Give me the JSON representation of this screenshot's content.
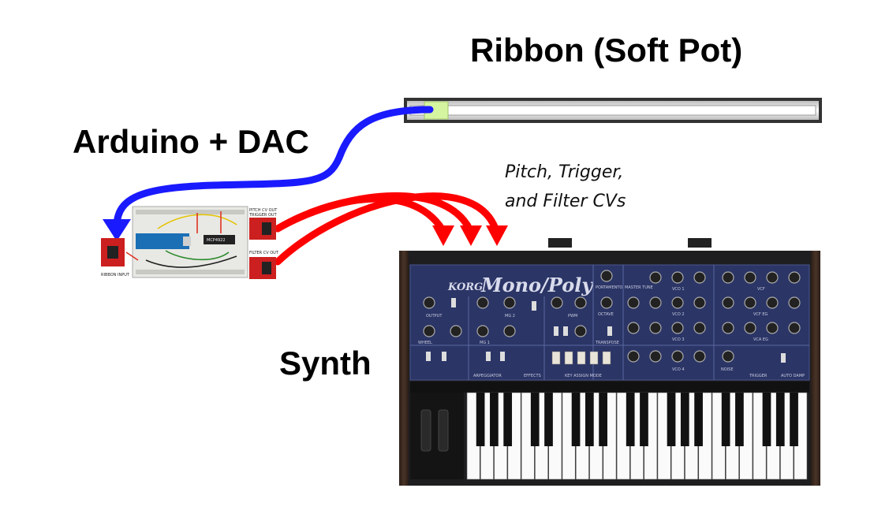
{
  "labels": {
    "ribbon": "Ribbon (Soft Pot)",
    "arduino": "Arduino + DAC",
    "synth": "Synth",
    "cv_line1": "Pitch, Trigger,",
    "cv_line2": "and Filter CVs"
  },
  "breadboard": {
    "pitch_out": "PITCH CV OUT",
    "trigger_out": "TRIGGER OUT",
    "filter_out": "FILTER CV OUT",
    "ribbon_in": "RIBBON INPUT",
    "chip": "MCP4922"
  },
  "synth": {
    "brand": "KORG",
    "model": "Mono/Poly",
    "sections": [
      "OUTPUT",
      "MG 1",
      "MG 2",
      "PWM",
      "VCO 1",
      "VCO 2",
      "VCO 3",
      "VCO 4",
      "VCF",
      "VCF EG",
      "VCA EG",
      "NOISE",
      "TRIGGER",
      "AUTO DAMP",
      "ARPEGGIATOR",
      "EFFECTS",
      "KEY ASSIGN MODE",
      "PORTAMENTO",
      "MASTER TUNE",
      "OCTAVE",
      "TRANSPOSE",
      "WHEEL"
    ]
  },
  "colors": {
    "ribbon_wire": "#1a1aff",
    "cv_wire": "#ff0000",
    "synth_panel": "#2b3566",
    "synth_wood": "#3a2a22",
    "ribbon_slider": "#d6f5a0"
  }
}
